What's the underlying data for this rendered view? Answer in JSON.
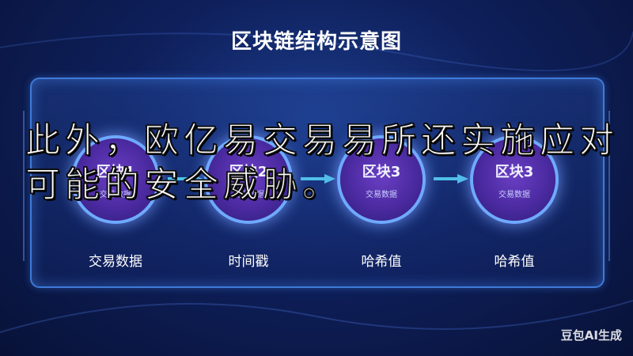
{
  "title": "区块链结构示意图",
  "blocks": [
    {
      "name": "区块1",
      "sub": "交易数据",
      "caption": "交易数据"
    },
    {
      "name": "区块2",
      "sub": "交易数据",
      "caption": "时间戳"
    },
    {
      "name": "区块3",
      "sub": "交易数据",
      "caption": "哈希值"
    },
    {
      "name": "区块3",
      "sub": "交易数据",
      "caption": "哈希值"
    }
  ],
  "overlay_text": "此外，欧亿易交易易所还实施应对可能的安全威胁。",
  "watermark": "豆包AI生成",
  "colors": {
    "background": "#0e1f5a",
    "panel_border": "#3f7ad8",
    "block_fill": "#4b2aa0",
    "ring": "#6fa9ff",
    "arrow": "#4fc0e8"
  }
}
